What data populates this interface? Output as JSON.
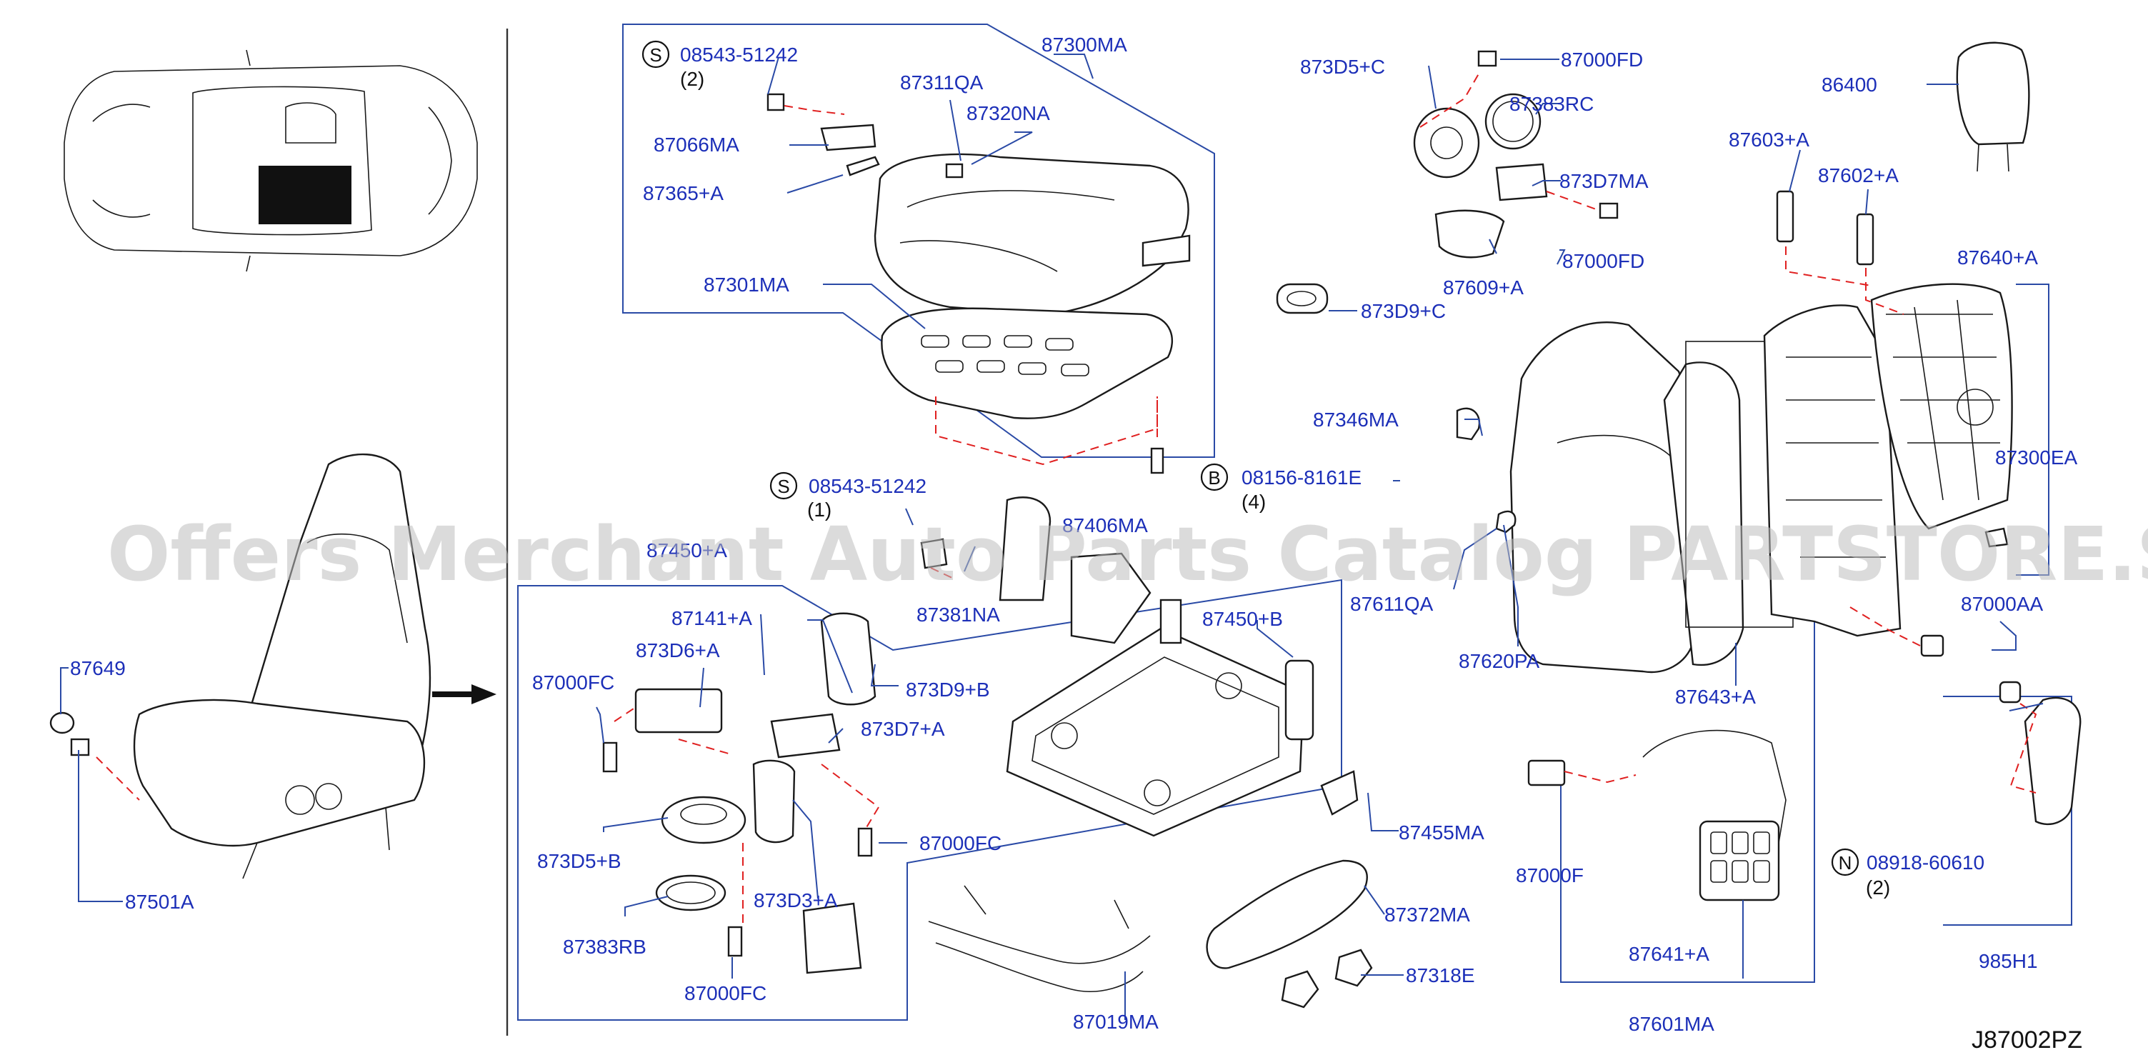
{
  "callouts": [
    {
      "id": "87300MA",
      "text": "87300MA"
    },
    {
      "id": "s1_code",
      "text": "08543-51242"
    },
    {
      "id": "s1_qty",
      "text": "(2)"
    },
    {
      "id": "87311QA",
      "text": "87311QA"
    },
    {
      "id": "87320NA",
      "text": "87320NA"
    },
    {
      "id": "87066MA",
      "text": "87066MA"
    },
    {
      "id": "87365A",
      "text": "87365+A"
    },
    {
      "id": "87301MA",
      "text": "87301MA"
    },
    {
      "id": "s2_code",
      "text": "08543-51242"
    },
    {
      "id": "s2_qty",
      "text": "(1)"
    },
    {
      "id": "87406MA",
      "text": "87406MA"
    },
    {
      "id": "87450A",
      "text": "87450+A"
    },
    {
      "id": "87381NA",
      "text": "87381NA"
    },
    {
      "id": "87141A",
      "text": "87141+A"
    },
    {
      "id": "873D6A",
      "text": "873D6+A"
    },
    {
      "id": "87000FC_1",
      "text": "87000FC"
    },
    {
      "id": "873D9B",
      "text": "873D9+B"
    },
    {
      "id": "873D7A",
      "text": "873D7+A"
    },
    {
      "id": "87450B",
      "text": "87450+B"
    },
    {
      "id": "87000FC_2",
      "text": "87000FC"
    },
    {
      "id": "873D5B",
      "text": "873D5+B"
    },
    {
      "id": "873D3A",
      "text": "873D3+A"
    },
    {
      "id": "87383RB",
      "text": "87383RB"
    },
    {
      "id": "87000FC_3",
      "text": "87000FC"
    },
    {
      "id": "87019MA",
      "text": "87019MA"
    },
    {
      "id": "87372MA",
      "text": "87372MA"
    },
    {
      "id": "87318E",
      "text": "87318E"
    },
    {
      "id": "87455MA",
      "text": "87455MA"
    },
    {
      "id": "873D5C",
      "text": "873D5+C"
    },
    {
      "id": "87000FD_1",
      "text": "87000FD"
    },
    {
      "id": "87383RC",
      "text": "87383RC"
    },
    {
      "id": "873D7MA",
      "text": "873D7MA"
    },
    {
      "id": "87000FD_2",
      "text": "87000FD"
    },
    {
      "id": "87609A",
      "text": "87609+A"
    },
    {
      "id": "873D9C",
      "text": "873D9+C"
    },
    {
      "id": "87346MA",
      "text": "87346MA"
    },
    {
      "id": "b_code",
      "text": "08156-8161E"
    },
    {
      "id": "b_qty",
      "text": "(4)"
    },
    {
      "id": "87611QA",
      "text": "87611QA"
    },
    {
      "id": "87620PA",
      "text": "87620PA"
    },
    {
      "id": "87643A",
      "text": "87643+A"
    },
    {
      "id": "86400",
      "text": "86400"
    },
    {
      "id": "87603A",
      "text": "87603+A"
    },
    {
      "id": "87602A",
      "text": "87602+A"
    },
    {
      "id": "87640A",
      "text": "87640+A"
    },
    {
      "id": "87300EA",
      "text": "87300EA"
    },
    {
      "id": "87000AA",
      "text": "87000AA"
    },
    {
      "id": "87000F",
      "text": "87000F"
    },
    {
      "id": "87641A",
      "text": "87641+A"
    },
    {
      "id": "87601MA",
      "text": "87601MA"
    },
    {
      "id": "n_code",
      "text": "08918-60610"
    },
    {
      "id": "n_qty",
      "text": "(2)"
    },
    {
      "id": "985H1",
      "text": "985H1"
    },
    {
      "id": "87649",
      "text": "87649"
    },
    {
      "id": "87501A",
      "text": "87501A"
    }
  ],
  "badges": {
    "s1": "S",
    "s2": "S",
    "b": "B",
    "n": "N"
  },
  "watermark": "Offers Merchant Auto Parts Catalog PARTSTORE.SA",
  "figure_code": "J87002PZ",
  "colors": {
    "label": "#1c2fb8",
    "leader": "#2a4aa6",
    "dash": "#e02020",
    "line": "#1a1a1a"
  }
}
